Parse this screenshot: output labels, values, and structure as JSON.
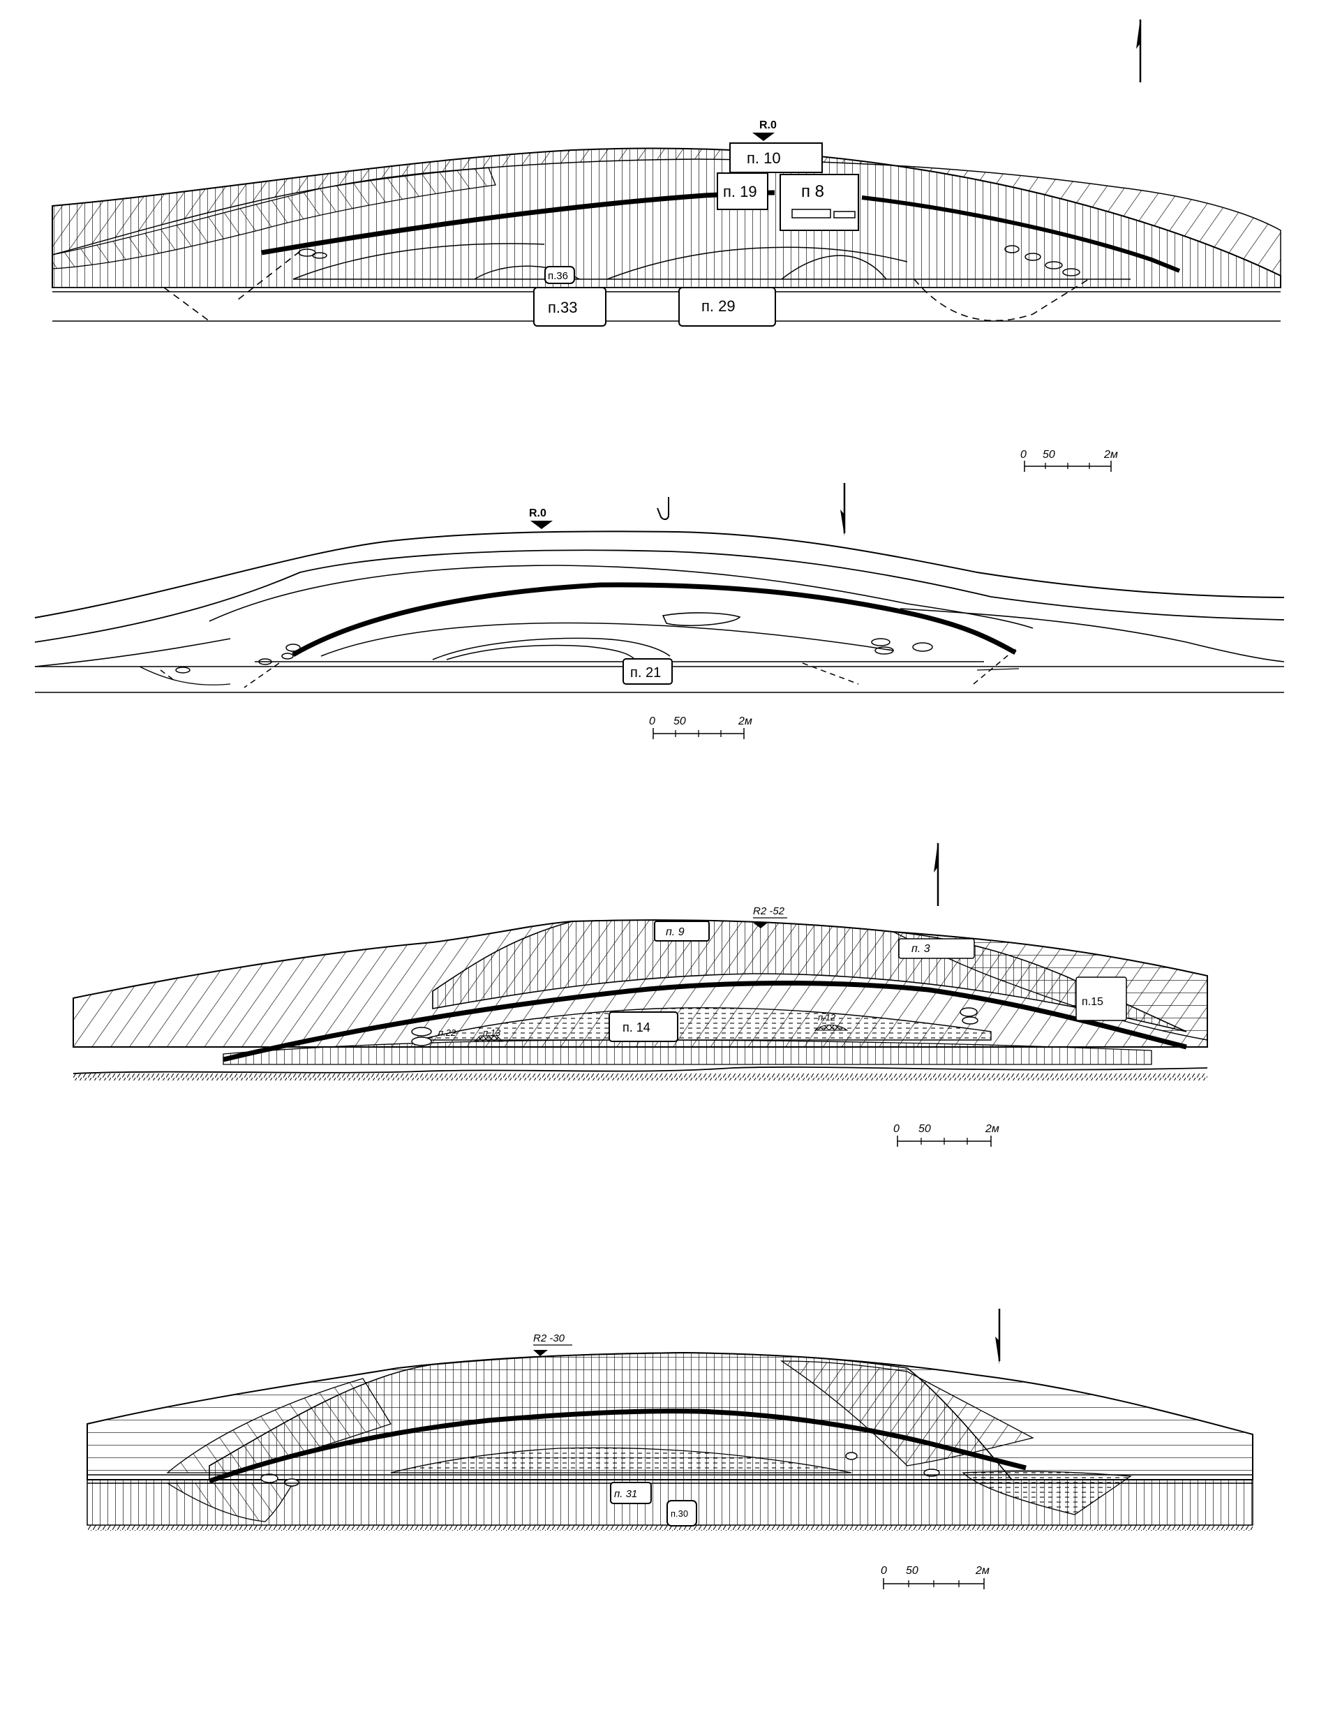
{
  "sections": [
    {
      "id": "section-1",
      "datum": "R.0",
      "burials": [
        "п. 10",
        "п. 19",
        "п 8",
        "п.36",
        "п.33",
        "п. 29"
      ],
      "scale": {
        "ticks": [
          "0",
          "50",
          "2м"
        ]
      }
    },
    {
      "id": "section-2",
      "datum": "R.0",
      "burials": [
        "п. 21"
      ],
      "scale": {
        "ticks": [
          "0",
          "50",
          "2м"
        ]
      }
    },
    {
      "id": "section-3",
      "datum": "R2 -52",
      "burials": [
        "п. 9",
        "п. 3",
        "п.15",
        "п. 14",
        "п.22",
        "п.13",
        "п.12"
      ],
      "scale": {
        "ticks": [
          "0",
          "50",
          "2м"
        ]
      }
    },
    {
      "id": "section-4",
      "datum": "R2 -30",
      "burials": [
        "п. 31",
        "п.30"
      ],
      "scale": {
        "ticks": [
          "0",
          "50",
          "2м"
        ]
      }
    }
  ],
  "colors": {
    "ink": "#000000",
    "paper": "#ffffff"
  }
}
